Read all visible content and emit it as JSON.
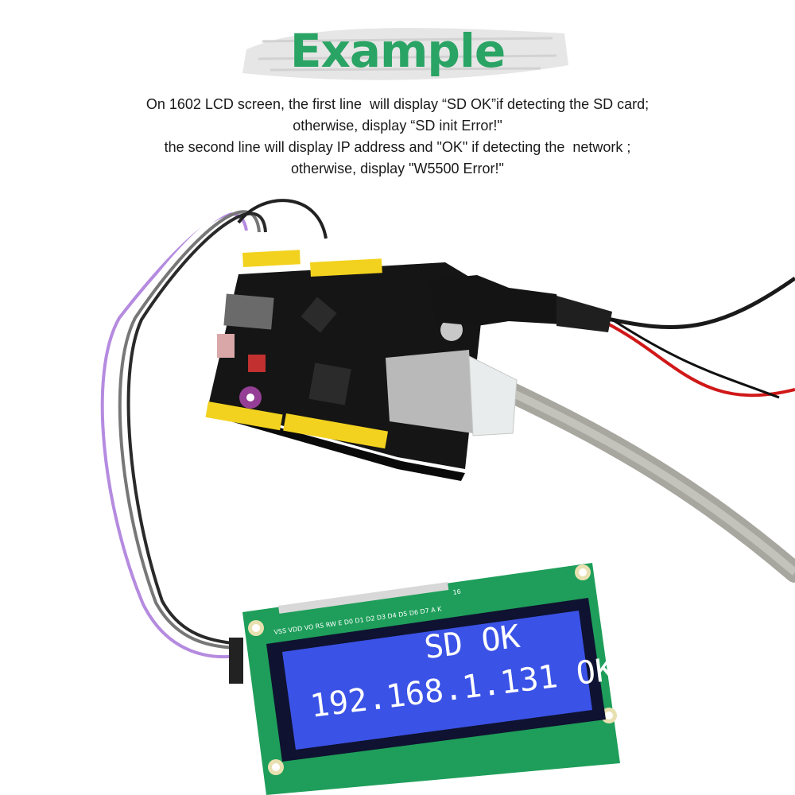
{
  "title": "Example",
  "description": [
    "On 1602 LCD screen, the first line  will display “SD OK”if detecting the SD card;",
    "otherwise, display “SD init Error!\"",
    "the second line will display IP address and \"OK\" if detecting the  network ;",
    "otherwise, display \"W5500 Error!\""
  ],
  "lcd": {
    "line1": "    SD OK",
    "line2": "192.168.1.131 OK",
    "pin_labels": "VSS VDD VO RS RW E D0 D1 D2 D3 D4 D5 D6 D7 A K",
    "pin_16": "16"
  },
  "colors": {
    "title_green": "#2aa464",
    "lcd_backlight": "#3a52e6",
    "lcd_pcb": "#1e9e5a",
    "board": "#151515",
    "header_yellow": "#f2d21e"
  }
}
